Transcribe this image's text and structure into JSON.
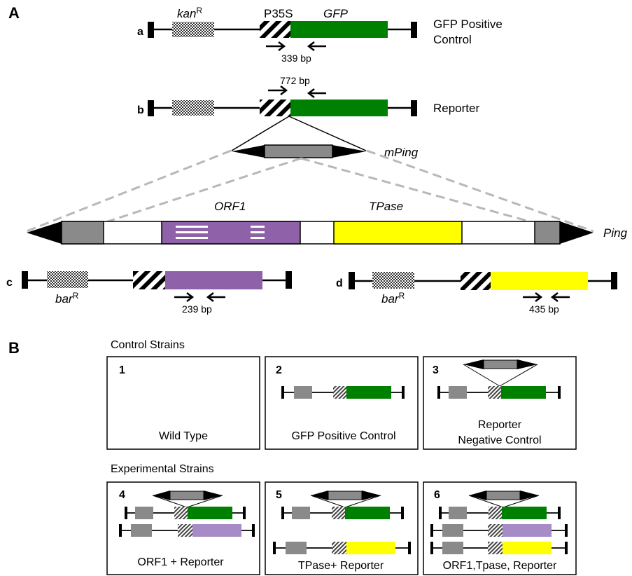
{
  "panels": {
    "A": "A",
    "B": "B"
  },
  "constructs": {
    "a": {
      "letter": "a",
      "kan_base": "kan",
      "kan_sup": "R",
      "promoter": "P35S",
      "gene": "GFP",
      "name_line1": "GFP Positive",
      "name_line2": "Control",
      "amplicon": "339 bp"
    },
    "b": {
      "letter": "b",
      "name": "Reporter",
      "amplicon": "772 bp",
      "insert": "mPing"
    },
    "ping": {
      "name": "Ping",
      "orf1": "ORF1",
      "tpase": "TPase"
    },
    "c": {
      "letter": "c",
      "bar_base": "bar",
      "bar_sup": "R",
      "amplicon": "239 bp"
    },
    "d": {
      "letter": "d",
      "bar_base": "bar",
      "bar_sup": "R",
      "amplicon": "435 bp"
    }
  },
  "strains": {
    "control_heading": "Control Strains",
    "experimental_heading": "Experimental Strains",
    "boxes": [
      {
        "num": "1",
        "label": "Wild Type"
      },
      {
        "num": "2",
        "label": "GFP Positive Control"
      },
      {
        "num": "3",
        "label_line1": "Reporter",
        "label_line2": "Negative Control"
      },
      {
        "num": "4",
        "label": "ORF1 + Reporter"
      },
      {
        "num": "5",
        "label": "TPase+ Reporter"
      },
      {
        "num": "6",
        "label": "ORF1,Tpase, Reporter"
      }
    ]
  },
  "colors": {
    "gfp": "#008000",
    "orf1": "#8f61a8",
    "orf1_light": "#a68bc6",
    "tpase": "#ffff00",
    "tir": "#8a8a8a",
    "marker": "#4a4a4a",
    "dash": "#b8b8b8"
  }
}
